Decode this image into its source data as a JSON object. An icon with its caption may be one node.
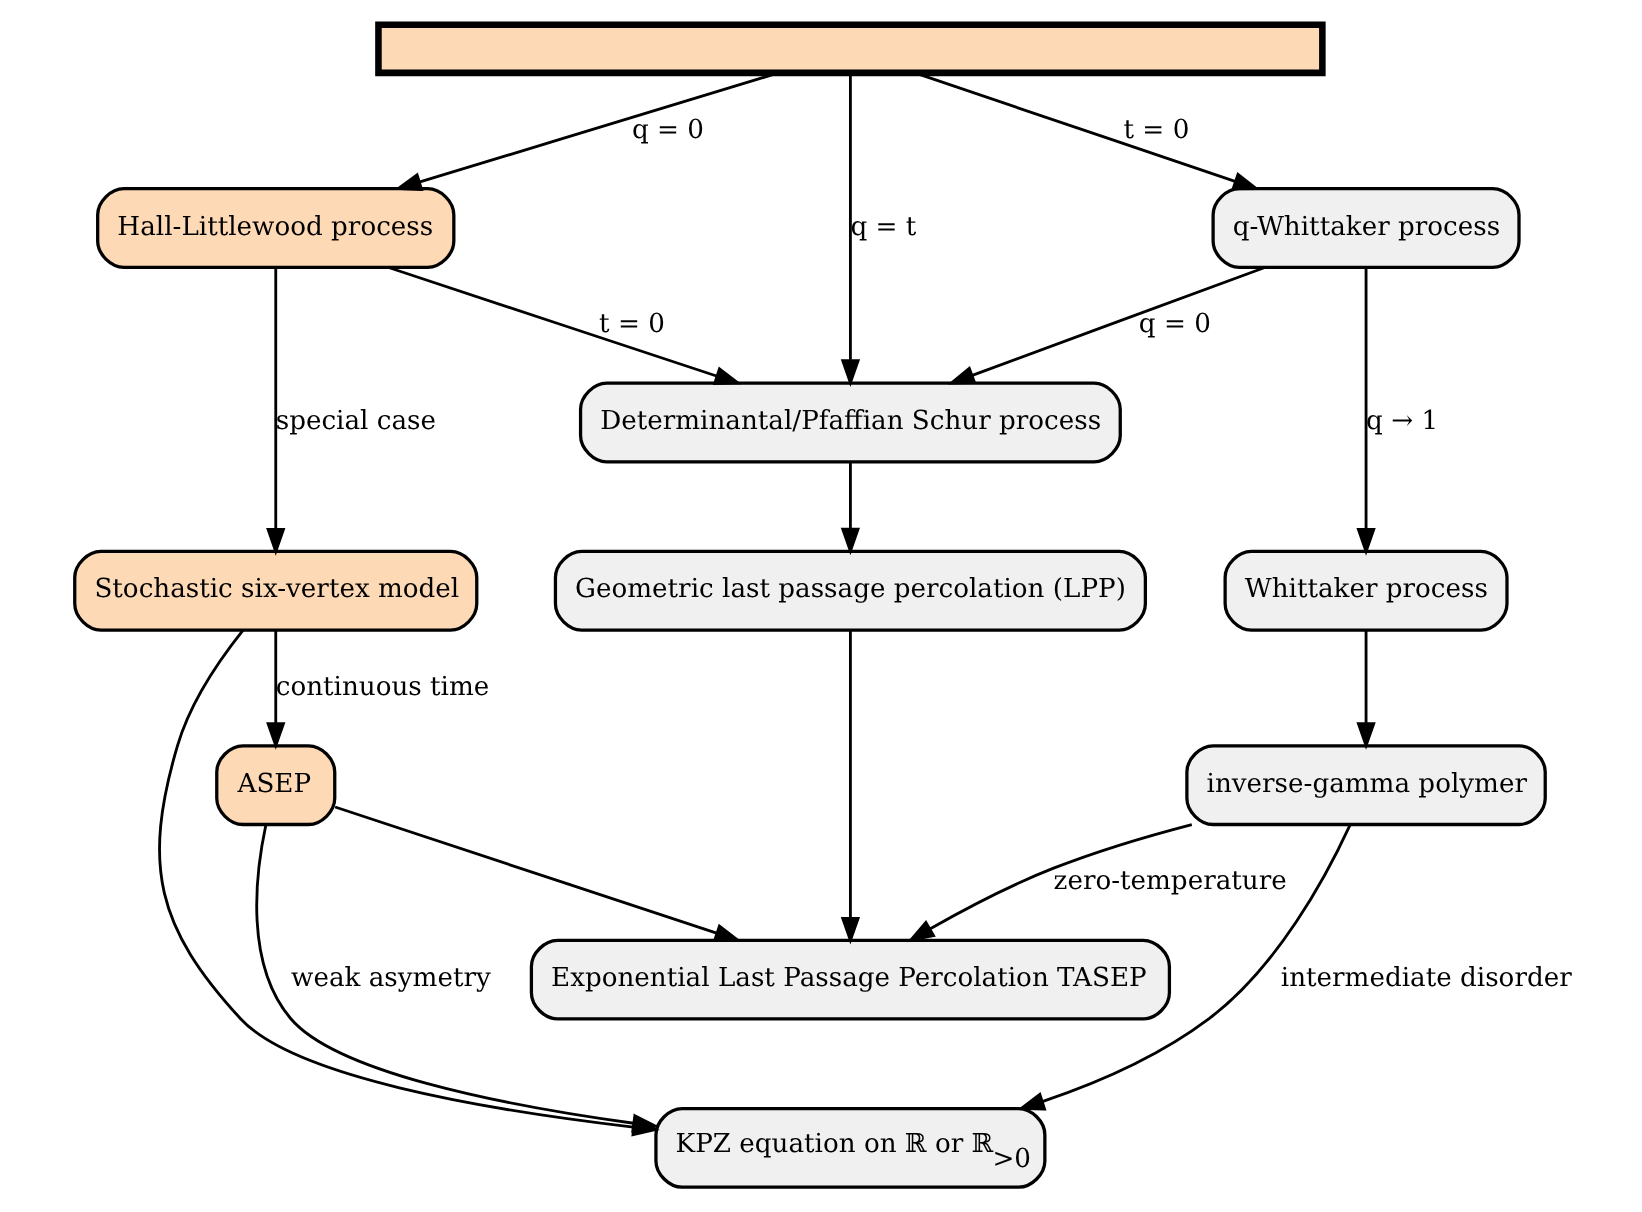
{
  "diagram": {
    "nodes": [
      {
        "text": [],
        "shape": "box"
      },
      {
        "text": [
          "Hall-Littlewood process"
        ]
      },
      {
        "text": [
          "Determinantal/Pfaffian Schur process"
        ]
      },
      {
        "text": [
          "q-Whittaker process"
        ]
      },
      {
        "text": [
          "Stochastic six-vertex model"
        ]
      },
      {
        "text": [
          "Geometric last passage percolation (LPP)"
        ]
      },
      {
        "text": [
          "Whittaker process"
        ]
      },
      {
        "text": [
          "Exponential Last Passage Percolation TASEP"
        ]
      },
      {
        "text": [
          "ASEP"
        ]
      },
      {
        "text": [
          "inverse-gamma polymer"
        ]
      },
      {
        "text": [
          "KPZ equation on ℝ or ℝ$_{>0}$"
        ]
      }
    ],
    "edges": [
      {
        "from": 0,
        "to": 1,
        "arrow": "to",
        "label": "q = 0"
      },
      {
        "from": 0,
        "to": 2,
        "arrow": "to",
        "label": "q = t"
      },
      {
        "from": 0,
        "to": 3,
        "arrow": "to",
        "label": "t = 0"
      },
      {
        "from": 1,
        "to": 2,
        "arrow": "to",
        "label": "t = 0"
      },
      {
        "from": 3,
        "to": 2,
        "arrow": "to",
        "label": "q = 0"
      },
      {
        "from": 1,
        "to": 4,
        "arrow": "to",
        "label": "special case"
      },
      {
        "from": 2,
        "to": 5,
        "arrow": "to"
      },
      {
        "from": 3,
        "to": 6,
        "arrow": "to",
        "label": "q → 1"
      },
      {
        "from": 5,
        "to": 7,
        "arrow": "to"
      },
      {
        "from": 4,
        "to": 8,
        "arrow": "to",
        "label": "continuous time"
      },
      {
        "from": 4,
        "to": 10,
        "arrow": "to"
      },
      {
        "from": 8,
        "to": 7,
        "arrow": "to"
      },
      {
        "from": 9,
        "to": 7,
        "arrow": "to",
        "label": "zero-temperature"
      },
      {
        "from": 6,
        "to": 9,
        "arrow": "to"
      },
      {
        "from": 8,
        "to": 10,
        "arrow": "to",
        "label": "weak asymetry"
      },
      {
        "from": 9,
        "to": 10,
        "arrow": "to",
        "label": "intermediate disorder"
      }
    ]
  }
}
